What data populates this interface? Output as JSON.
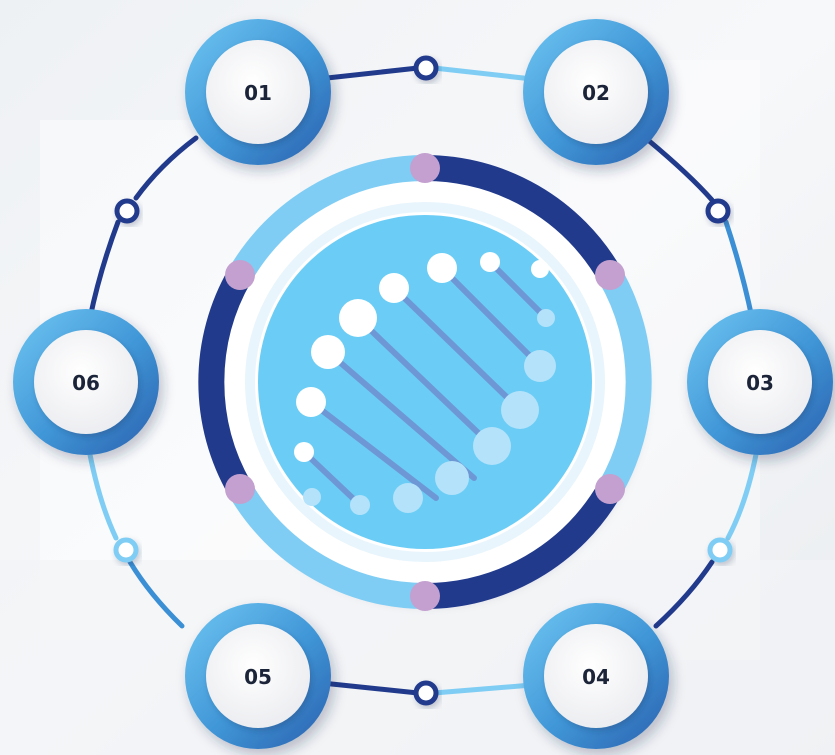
{
  "steps": [
    {
      "label": "01"
    },
    {
      "label": "02"
    },
    {
      "label": "03"
    },
    {
      "label": "04"
    },
    {
      "label": "05"
    },
    {
      "label": "06"
    }
  ],
  "colors": {
    "dark_blue": "#213a8c",
    "light_blue": "#7fcdf4",
    "mid_blue": "#3b8fd4",
    "center_blue": "#6bcdf5",
    "purple_dot": "#c3a0cf",
    "badge_face": "#f3f3f5",
    "label_text": "#1b2438"
  },
  "icons": {
    "center": "dna-helix-icon",
    "connector_node": "ring-node-icon"
  }
}
